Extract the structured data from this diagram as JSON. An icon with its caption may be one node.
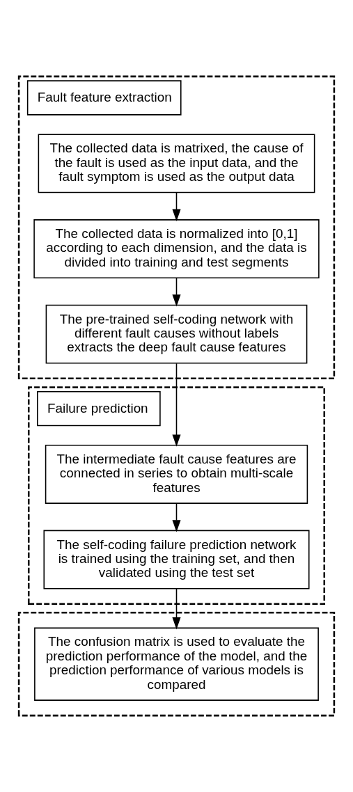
{
  "diagram": {
    "nodes": [
      {
        "text": [
          "Fault feature extraction"
        ]
      },
      {
        "text": [
          "The collected data is matrixed, the cause of the fault is used as the input data, and the fault symptom is used as the output data"
        ],
        "in": 0
      },
      {
        "text": [
          "The collected data is normalized into [0,1] according to each dimension, and the data is divided into training and test segments"
        ],
        "in": 0
      },
      {
        "text": [
          "The pre-trained self-coding network with different fault causes without labels extracts the deep fault cause features"
        ],
        "in": 0
      },
      {
        "text": [
          "Failure prediction"
        ]
      },
      {
        "text": [
          "The intermediate fault cause features are connected in series to obtain multi-scale features"
        ],
        "in": 4
      },
      {
        "text": [
          "The self-coding failure prediction network is trained using the training set, and then validated using the test set"
        ],
        "in": 4
      },
      {
        "text": [],
        "shape": "box"
      },
      {
        "text": [
          "The confusion matrix is used to evaluate the prediction performance of the model, and the prediction performance of various models is compared"
        ],
        "in": 7
      }
    ],
    "edges": [
      {
        "from": 1,
        "to": 2,
        "arrow": "to"
      },
      {
        "from": 2,
        "to": 3,
        "arrow": "to"
      },
      {
        "from": 3,
        "to": 5,
        "arrow": "to"
      },
      {
        "from": 5,
        "to": 6,
        "arrow": "to"
      },
      {
        "from": 6,
        "to": 8,
        "arrow": "to"
      }
    ]
  }
}
